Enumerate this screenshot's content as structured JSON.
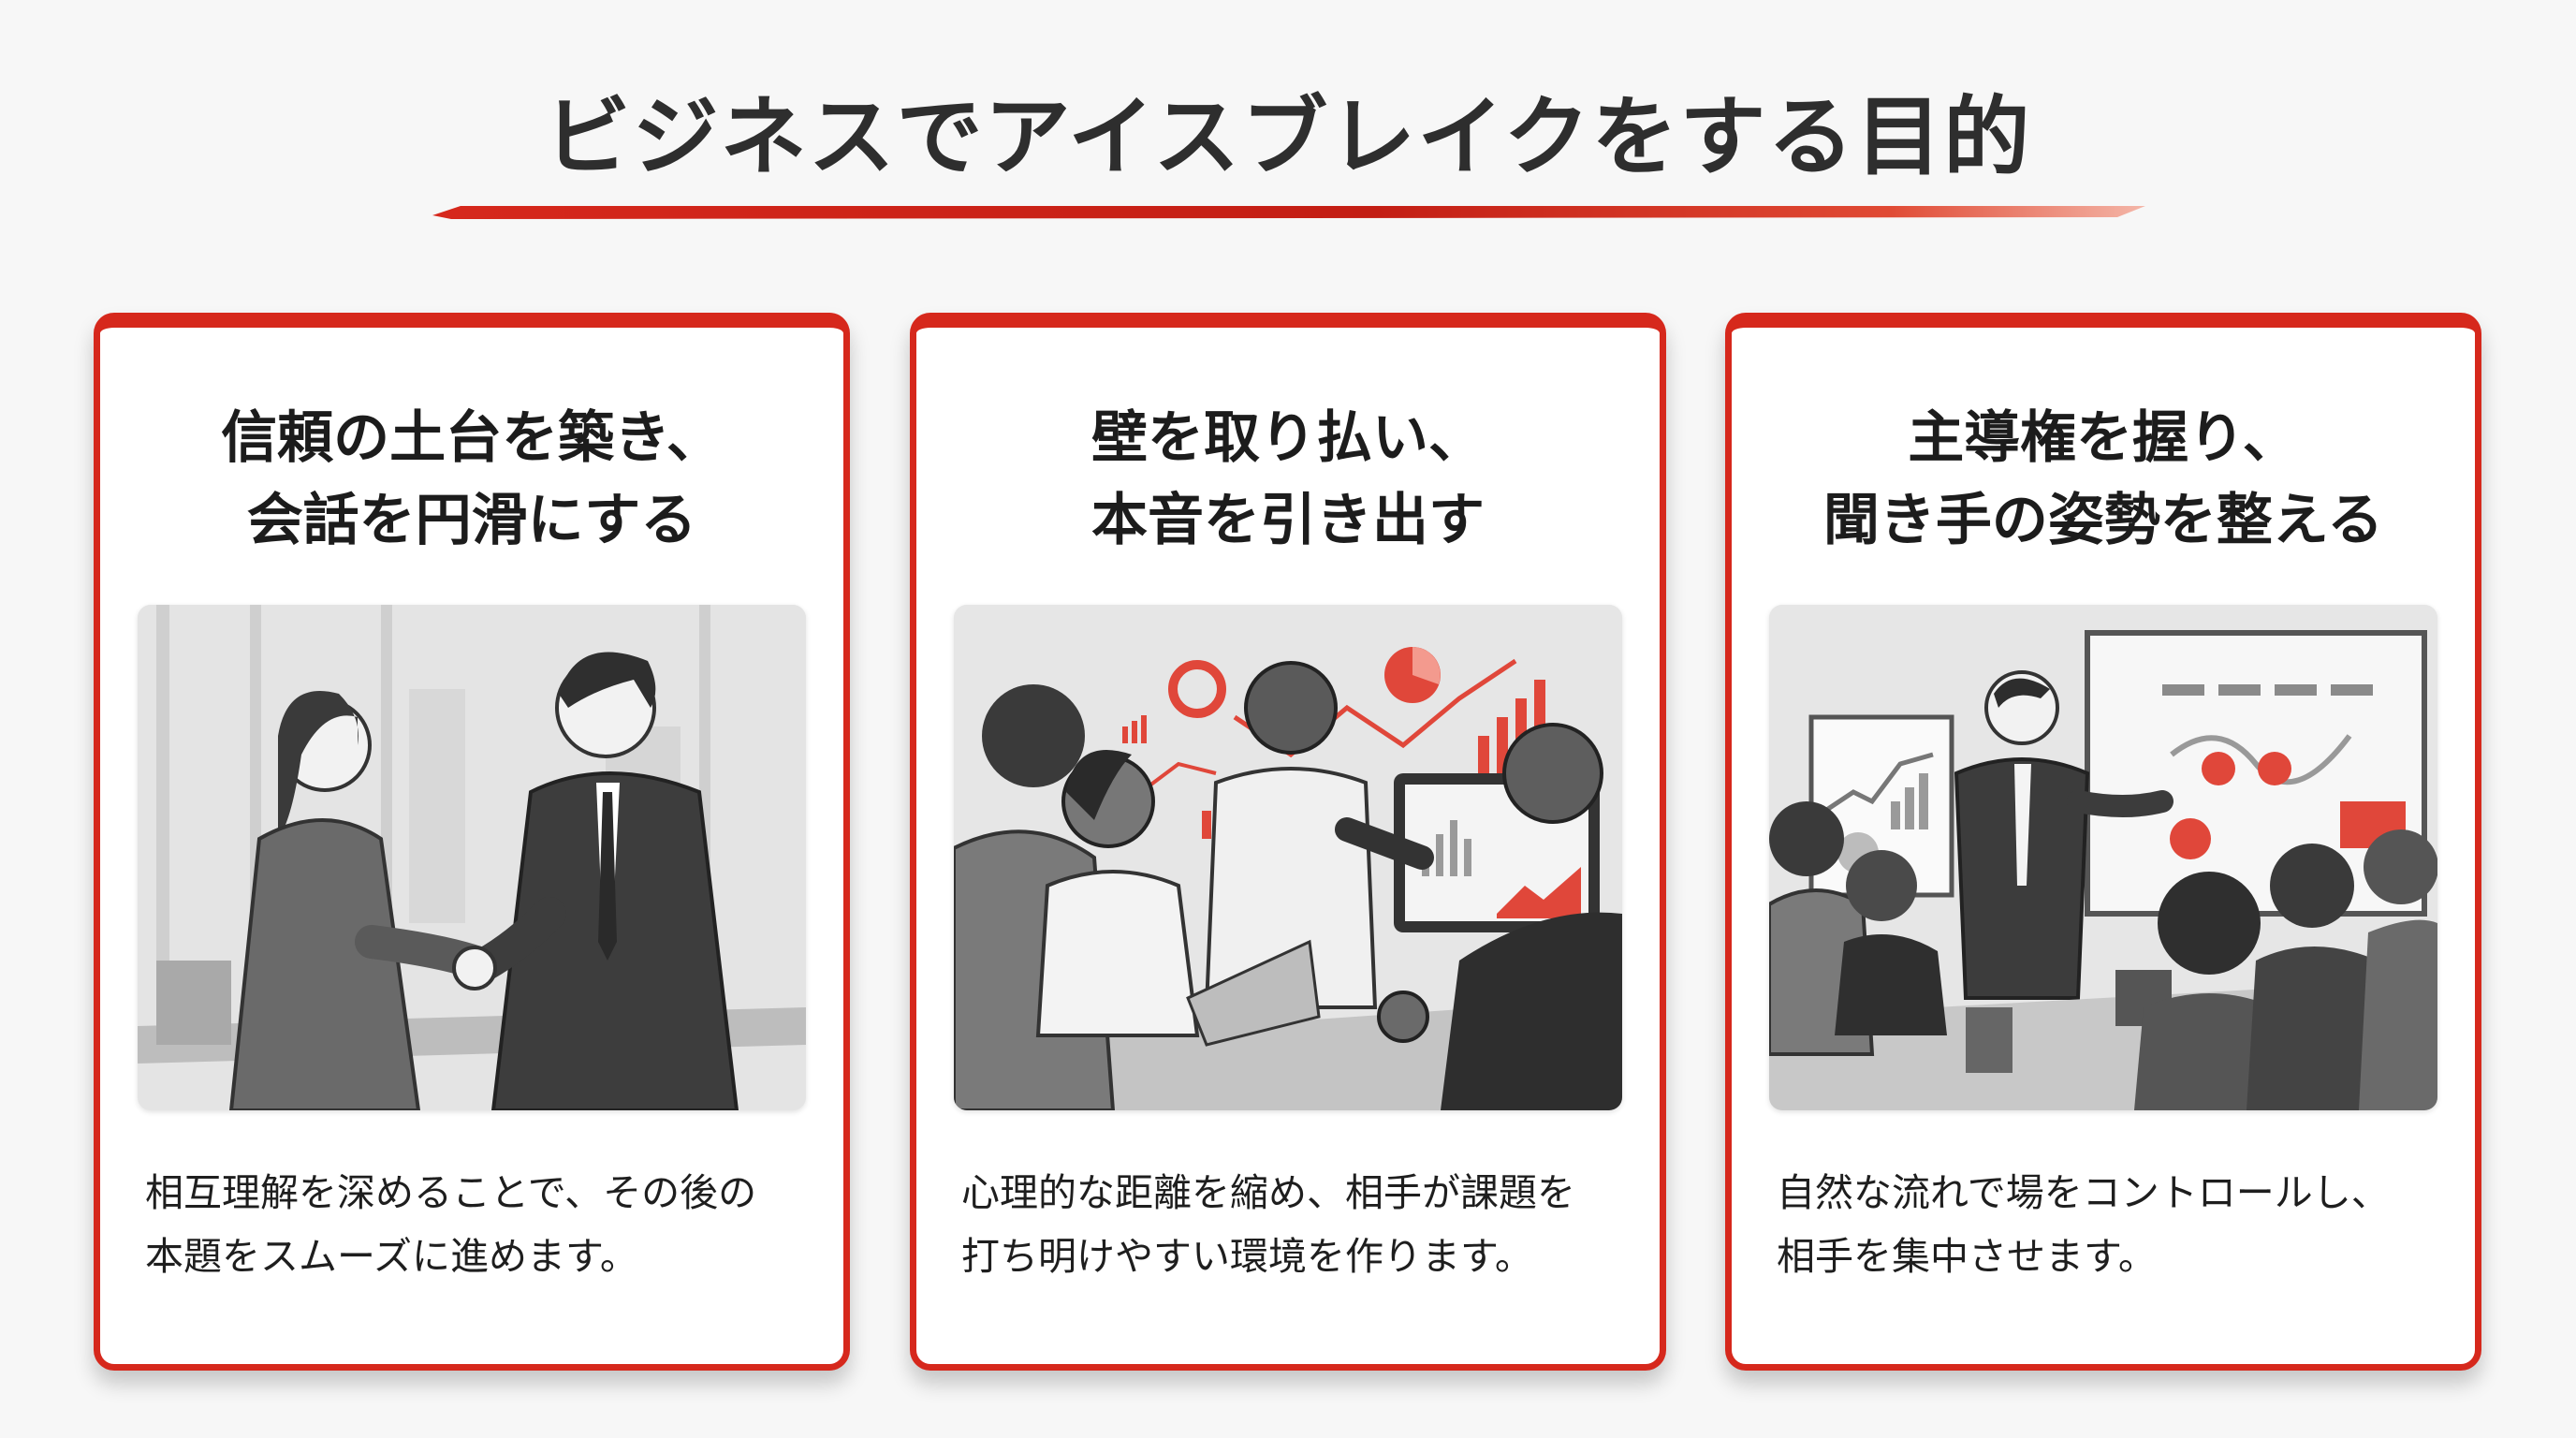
{
  "title": "ビジネスでアイスブレイクをする目的",
  "colors": {
    "accent": "#d6281c",
    "accent_light": "#f25a3c",
    "text": "#1c1c1c",
    "background": "#f7f7f7"
  },
  "cards": [
    {
      "heading_lines": [
        "信頼の土台を築き、",
        "会話を円滑にする"
      ],
      "body_lines": [
        "相互理解を深めることで、その後の",
        "本題をスムーズに進めます。"
      ],
      "illustration": "handshake-illustration"
    },
    {
      "heading_lines": [
        "壁を取り払い、",
        "本音を引き出す"
      ],
      "body_lines": [
        "心理的な距離を縮め、相手が課題を",
        "打ち明けやすい環境を作ります。"
      ],
      "illustration": "team-meeting-illustration"
    },
    {
      "heading_lines": [
        "主導権を握り、",
        "聞き手の姿勢を整える"
      ],
      "body_lines": [
        "自然な流れで場をコントロールし、",
        "相手を集中させます。"
      ],
      "illustration": "presentation-illustration"
    }
  ]
}
